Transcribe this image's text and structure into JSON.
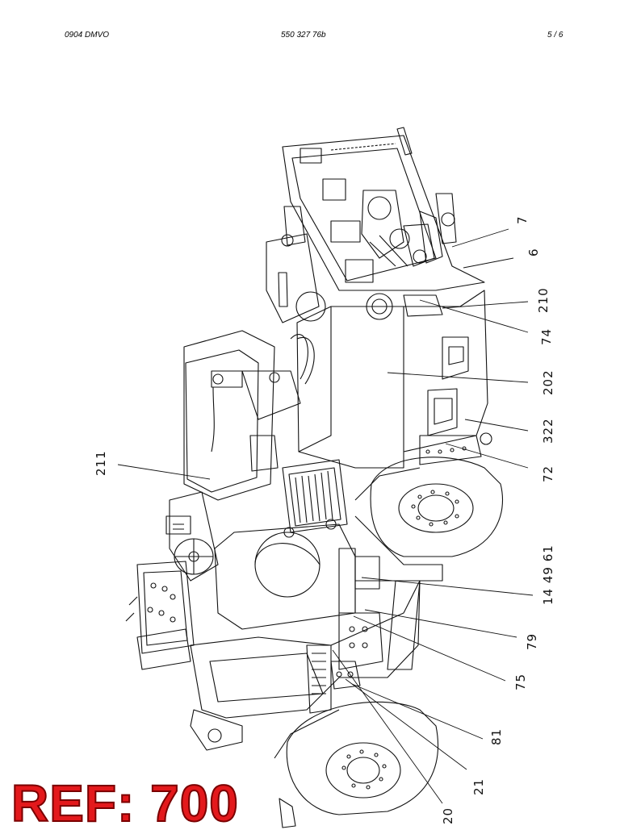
{
  "header": {
    "left": "0904 DMVO",
    "center": "550 327 76b",
    "right": "5 /   6"
  },
  "callouts": {
    "c7": "7",
    "c6": "6",
    "c210": "210",
    "c74": "74",
    "c202": "202",
    "c322": "322",
    "c72": "72",
    "c211": "211",
    "c14_49_61": "14 49 61",
    "c79": "79",
    "c75": "75",
    "c81": "81",
    "c21": "21",
    "c20": "20"
  },
  "stamp": {
    "text": "REF: 700",
    "color": "#e3191c"
  }
}
